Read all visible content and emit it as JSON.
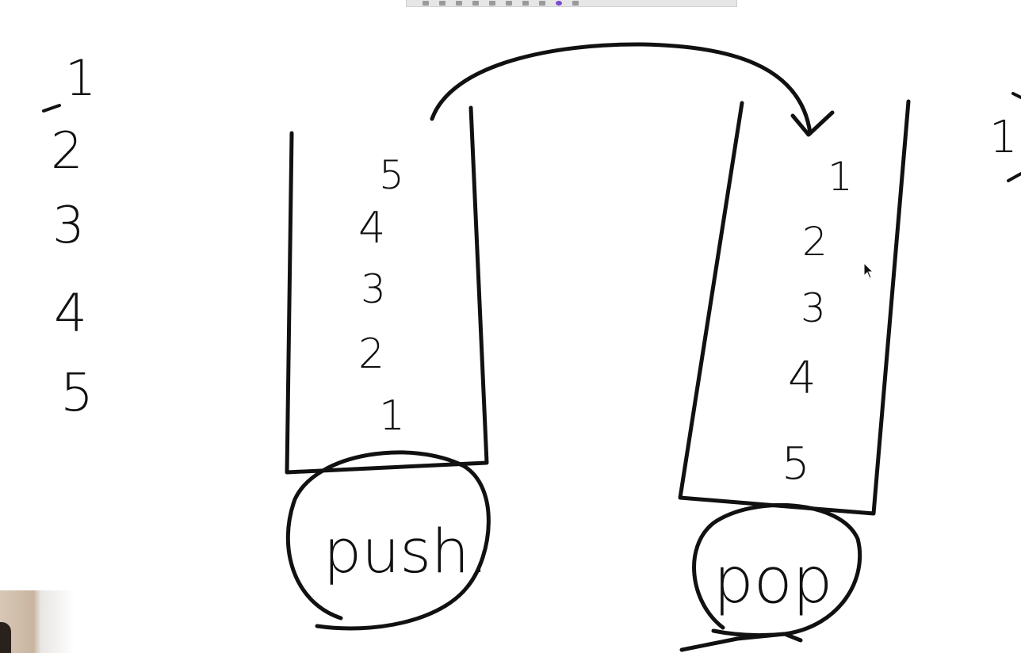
{
  "toolbar": {
    "buttons": [
      "pen-tool",
      "eraser-tool",
      "shape-tool",
      "text-tool",
      "select-tool",
      "undo",
      "redo",
      "clear",
      "color-picker",
      "settings"
    ]
  },
  "whiteboard": {
    "input_sequence": [
      "1",
      "2",
      "3",
      "4",
      "5"
    ],
    "push_stack": {
      "items_top_to_bottom": [
        "5",
        "4",
        "3",
        "2",
        "1"
      ],
      "label": "push."
    },
    "pop_stack": {
      "items_top_to_bottom": [
        "1",
        "2",
        "3",
        "4",
        "5"
      ],
      "label": "pop"
    },
    "partial_right_mark": "1"
  },
  "colors": {
    "ink": "#111111",
    "background": "#ffffff",
    "toolbar": "#e6e6e6"
  }
}
